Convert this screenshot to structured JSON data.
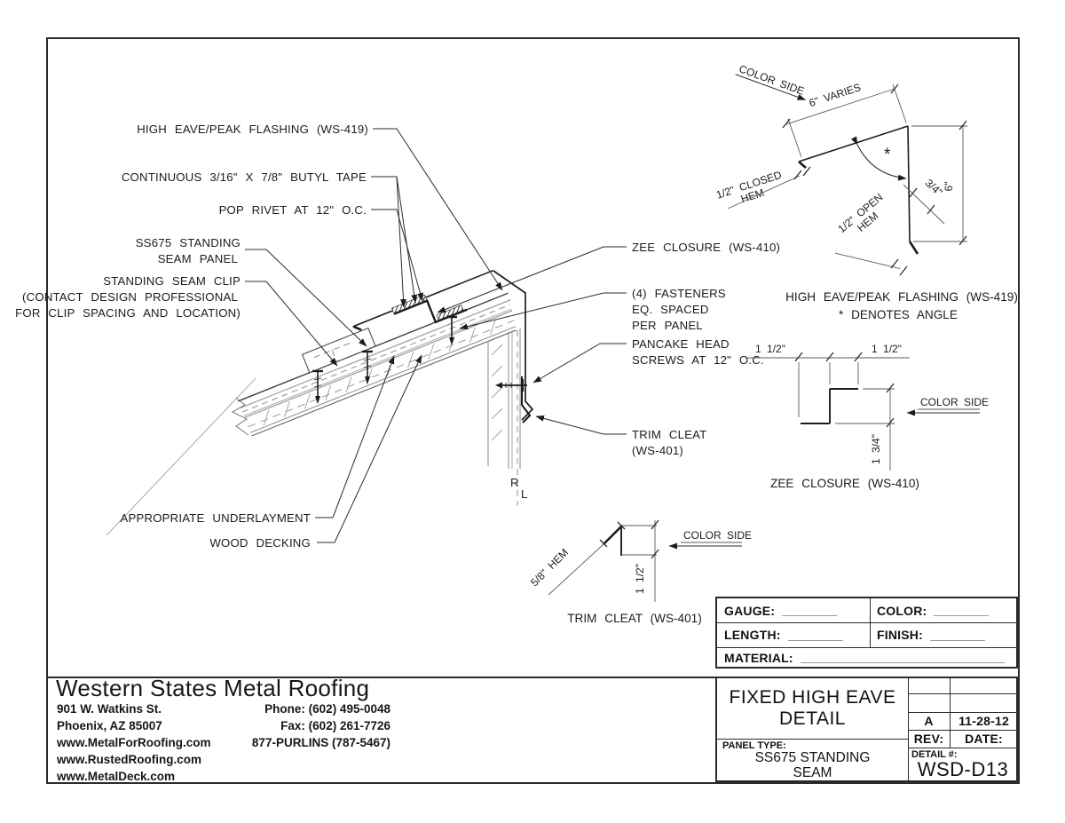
{
  "drawing": {
    "callouts": {
      "flashing": "HIGH EAVE/PEAK FLASHING (WS-419)",
      "butyl": "CONTINUOUS 3/16\" X 7/8\" BUTYL TAPE",
      "rivet": "POP RIVET AT 12\" O.C.",
      "panel1": "SS675 STANDING",
      "panel2": "SEAM PANEL",
      "clip1": "STANDING SEAM CLIP",
      "clip2": "(CONTACT DESIGN PROFESSIONAL",
      "clip3": "FOR CLIP SPACING AND LOCATION)",
      "zee": "ZEE CLOSURE (WS-410)",
      "fast1": "(4) FASTENERS",
      "fast2": "EQ. SPACED",
      "fast3": "PER PANEL",
      "pancake1": "PANCAKE HEAD",
      "pancake2": "SCREWS AT 12\" O.C.",
      "cleat1": "TRIM CLEAT",
      "cleat2": "(WS-401)",
      "underlayment": "APPROPRIATE UNDERLAYMENT",
      "decking": "WOOD DECKING",
      "rl_r": "R",
      "rl_l": "L"
    },
    "flashing_detail": {
      "color_side": "COLOR SIDE",
      "dim_width": "6\" VARIES",
      "closed_hem1": "1/2\" CLOSED",
      "closed_hem2": "HEM",
      "open_hem1": "1/2\" OPEN",
      "open_hem2": "HEM",
      "dim_34": "3/4\"",
      "dim_6": "6\"",
      "asterisk": "*",
      "title": "HIGH EAVE/PEAK FLASHING (WS-419)",
      "note": "* DENOTES ANGLE"
    },
    "zee_detail": {
      "dim_left": "1 1/2\"",
      "dim_right": "1 1/2\"",
      "color_side": "COLOR SIDE",
      "dim_vert": "1 3/4\"",
      "title": "ZEE CLOSURE (WS-410)"
    },
    "cleat_detail": {
      "hem": "5/8\" HEM",
      "color_side": "COLOR SIDE",
      "dim_vert": "1 1/2\"",
      "title": "TRIM CLEAT (WS-401)"
    }
  },
  "title_block": {
    "gauge_label": "GAUGE:",
    "color_label": "COLOR:",
    "length_label": "LENGTH:",
    "finish_label": "FINISH:",
    "material_label": "MATERIAL:",
    "title_line1": "FIXED HIGH EAVE",
    "title_line2": "DETAIL",
    "rev_value": "A",
    "date_value": "11-28-12",
    "rev_label": "REV:",
    "date_label": "DATE:",
    "panel_type_label": "PANEL TYPE:",
    "panel_type_line1": "SS675 STANDING",
    "panel_type_line2": "SEAM",
    "detail_label": "DETAIL #:",
    "detail_value": "WSD-D13"
  },
  "company": {
    "name": "Western States Metal Roofing",
    "address1": "901 W. Watkins St.",
    "address2": "Phoenix, AZ 85007",
    "web1": "www.MetalForRoofing.com",
    "web2": "www.RustedRoofing.com",
    "web3": "www.MetalDeck.com",
    "phone": "Phone: (602) 495-0048",
    "fax": "Fax: (602) 261-7726",
    "tollfree": "877-PURLINS (787-5467)"
  }
}
